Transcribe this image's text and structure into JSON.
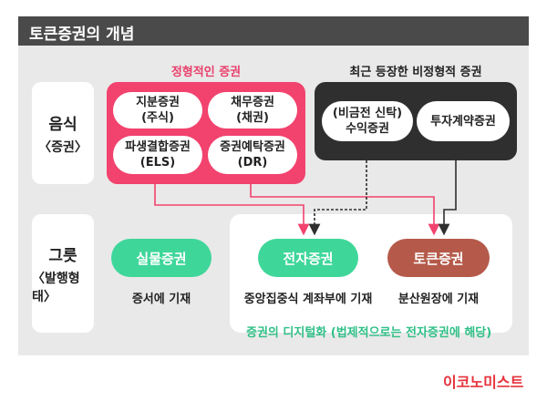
{
  "title": "토큰증권의 개념",
  "rows": {
    "underlying": {
      "line1": "음식",
      "line2": "〈증권〉"
    },
    "container": {
      "line1": "그릇",
      "line2": "〈발행형태〉"
    }
  },
  "groups": {
    "standard": {
      "caption": "정형적인 증권",
      "items": [
        {
          "line1": "지분증권",
          "line2": "(주식)"
        },
        {
          "line1": "채무증권",
          "line2": "(채권)"
        },
        {
          "line1": "파생결합증권",
          "line2": "(ELS)"
        },
        {
          "line1": "증권예탁증권",
          "line2": "(DR)"
        }
      ]
    },
    "atypical": {
      "caption": "최근 등장한 비정형적 증권",
      "items": [
        {
          "line1": "(비금전 신탁)",
          "line2": "수익증권"
        },
        {
          "line1": "투자계약증권",
          "line2": ""
        }
      ]
    }
  },
  "forms": {
    "physical": {
      "label": "실물증권",
      "desc": "증서에 기재"
    },
    "electronic": {
      "label": "전자증권",
      "desc": "중앙집중식 계좌부에 기재"
    },
    "token": {
      "label": "토큰증권",
      "desc": "분산원장에 기재"
    }
  },
  "digital_note": "증권의 디지털화 (법제적으로는 전자증권에 해당)",
  "publisher": "이코노미스트",
  "colors": {
    "pink": "#f2426e",
    "dark": "#2f2f2f",
    "green": "#3fd69a",
    "brown": "#b55a4a",
    "footer_green": "#2fbf86",
    "logo_red": "#e6323c"
  }
}
